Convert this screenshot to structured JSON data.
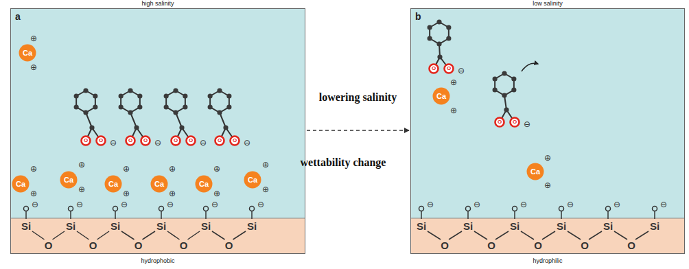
{
  "diagram": {
    "nodes": [
      {
        "text": [
          "high salinity",
          "a",
          "hydrophobic"
        ]
      },
      {
        "text": [
          "Ca"
        ],
        "in": 0
      },
      {
        "text": [
          "O"
        ],
        "in": 0
      },
      {
        "text": [
          "O"
        ],
        "in": 0
      },
      {
        "text": [
          "O"
        ],
        "in": 0
      },
      {
        "text": [
          "O"
        ],
        "in": 0
      },
      {
        "text": [
          "O"
        ],
        "in": 0
      },
      {
        "text": [
          "O"
        ],
        "in": 0
      },
      {
        "text": [
          "O"
        ],
        "in": 0
      },
      {
        "text": [
          "O"
        ],
        "in": 0
      },
      {
        "text": [
          "Ca"
        ],
        "in": 0
      },
      {
        "text": [
          "Ca"
        ],
        "in": 0
      },
      {
        "text": [
          "Ca"
        ],
        "in": 0
      },
      {
        "text": [
          "Ca"
        ],
        "in": 0
      },
      {
        "text": [
          "Ca"
        ],
        "in": 0
      },
      {
        "text": [
          "Ca"
        ],
        "in": 0
      },
      {
        "text": [
          "low salinity",
          "b",
          "hydrophilic"
        ]
      },
      {
        "text": [
          "O"
        ],
        "in": 16
      },
      {
        "text": [
          "O"
        ],
        "in": 16
      },
      {
        "text": [
          "Ca"
        ],
        "in": 16
      },
      {
        "text": [
          "O"
        ],
        "in": 16
      },
      {
        "text": [
          "O"
        ],
        "in": 16
      },
      {
        "text": [
          "Ca"
        ],
        "in": 16
      }
    ],
    "edges": [
      {
        "from": 0,
        "to": 16,
        "arrow": "to",
        "label": "lowering salinity"
      }
    ],
    "labels": [
      "wettability change",
      "Si",
      "Si",
      "Si",
      "Si",
      "Si",
      "Si",
      "O",
      "O",
      "O",
      "O",
      "O",
      "⊕",
      "⊕",
      "⊖",
      "⊖",
      "⊖",
      "⊖",
      "⊕",
      "⊕",
      "⊕",
      "⊕",
      "⊕",
      "⊕",
      "⊕",
      "⊕",
      "⊕",
      "⊕",
      "⊕",
      "⊕",
      "⊖",
      "⊖",
      "⊖",
      "⊖",
      "⊖",
      "⊖",
      "Si",
      "Si",
      "Si",
      "Si",
      "Si",
      "Si",
      "O",
      "O",
      "O",
      "O",
      "O",
      "⊖",
      "⊖",
      "⊕",
      "⊕",
      "⊕",
      "⊕",
      "⊖",
      "⊖",
      "⊖",
      "⊖",
      "⊖",
      "⊖"
    ]
  }
}
